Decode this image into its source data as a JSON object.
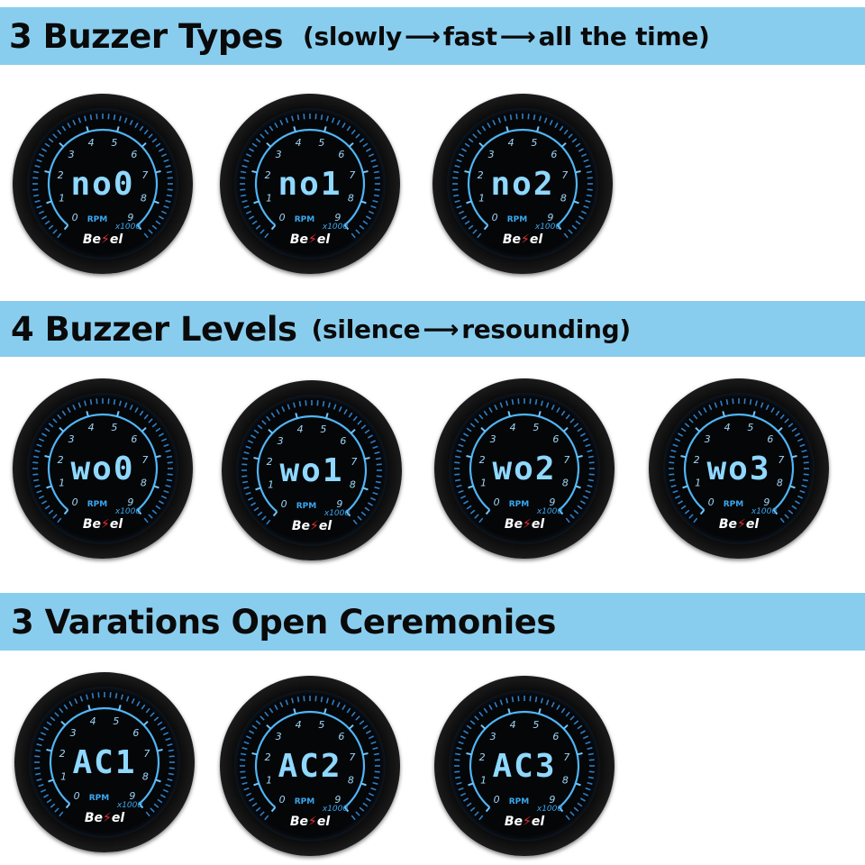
{
  "sections": [
    {
      "title": "3 Buzzer Types",
      "subtitle": {
        "start": "(slowly",
        "mid": "fast",
        "end": "all the time)"
      },
      "gauges": [
        {
          "display": "no0"
        },
        {
          "display": "no1"
        },
        {
          "display": "no2"
        }
      ]
    },
    {
      "title": "4 Buzzer Levels",
      "subtitle": {
        "start": "(silence",
        "end": "resounding)"
      },
      "gauges": [
        {
          "display": "wo0"
        },
        {
          "display": "wo1"
        },
        {
          "display": "wo2"
        },
        {
          "display": "wo3"
        }
      ]
    },
    {
      "title": "3 Varations Open Ceremonies",
      "gauges": [
        {
          "display": "AC1"
        },
        {
          "display": "AC2"
        },
        {
          "display": "AC3"
        }
      ]
    }
  ],
  "gauge_common": {
    "scale_numbers": [
      "0",
      "1",
      "2",
      "3",
      "4",
      "5",
      "6",
      "7",
      "8",
      "9"
    ],
    "unit_label": "RPM",
    "multiplier_label": "x1000",
    "brand": {
      "before": "Be",
      "after": "el"
    }
  },
  "icons": {
    "arrow": "right-arrow-icon",
    "brand_mark": "lightning-bolt-icon"
  },
  "colors": {
    "band": "#89cdee",
    "display_glow": "#8fd8ff",
    "scale": "#3aa8f0",
    "bolt": "#e53030"
  }
}
